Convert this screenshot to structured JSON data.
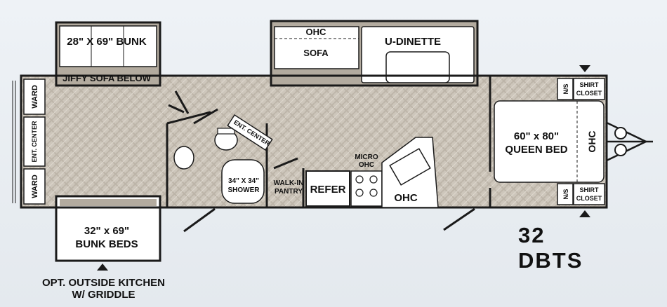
{
  "model": "32 DBTS",
  "labels": {
    "bunk_top": "28\" X 69\" BUNK",
    "jiffy_sofa": "JIFFY SOFA BELOW",
    "ohc_top": "OHC",
    "sofa": "SOFA",
    "u_dinette": "U-DINETTE",
    "ward_top": "WARD",
    "ent_center_left": "ENT. CENTER",
    "ward_bottom": "WARD",
    "ent_center_bath": "ENT. CENTER",
    "shower_size": "34\" X 34\"",
    "shower": "SHOWER",
    "walk_in": "WALK-IN",
    "pantry": "PANTRY",
    "refer": "REFER",
    "micro": "MICRO",
    "micro_ohc": "OHC",
    "ohc_kitchen": "OHC",
    "bed_size": "60\" x 80\"",
    "queen_bed": "QUEEN BED",
    "ohc_bed": "OHC",
    "ns_top": "N/S",
    "shirt_top": "SHIRT",
    "closet_top": "CLOSET",
    "ns_bottom": "N/S",
    "shirt_bottom": "SHIRT",
    "closet_bottom": "CLOSET",
    "bunk_beds_size": "32\" x 69\"",
    "bunk_beds": "BUNK BEDS",
    "opt_kitchen_1": "OPT. OUTSIDE KITCHEN",
    "opt_kitchen_2": "W/ GRIDDLE"
  },
  "colors": {
    "floor": "#cfc8bd",
    "wall": "#1a1a1a",
    "slide_floor": "#b3ab9f",
    "fixture": "#ffffff"
  }
}
